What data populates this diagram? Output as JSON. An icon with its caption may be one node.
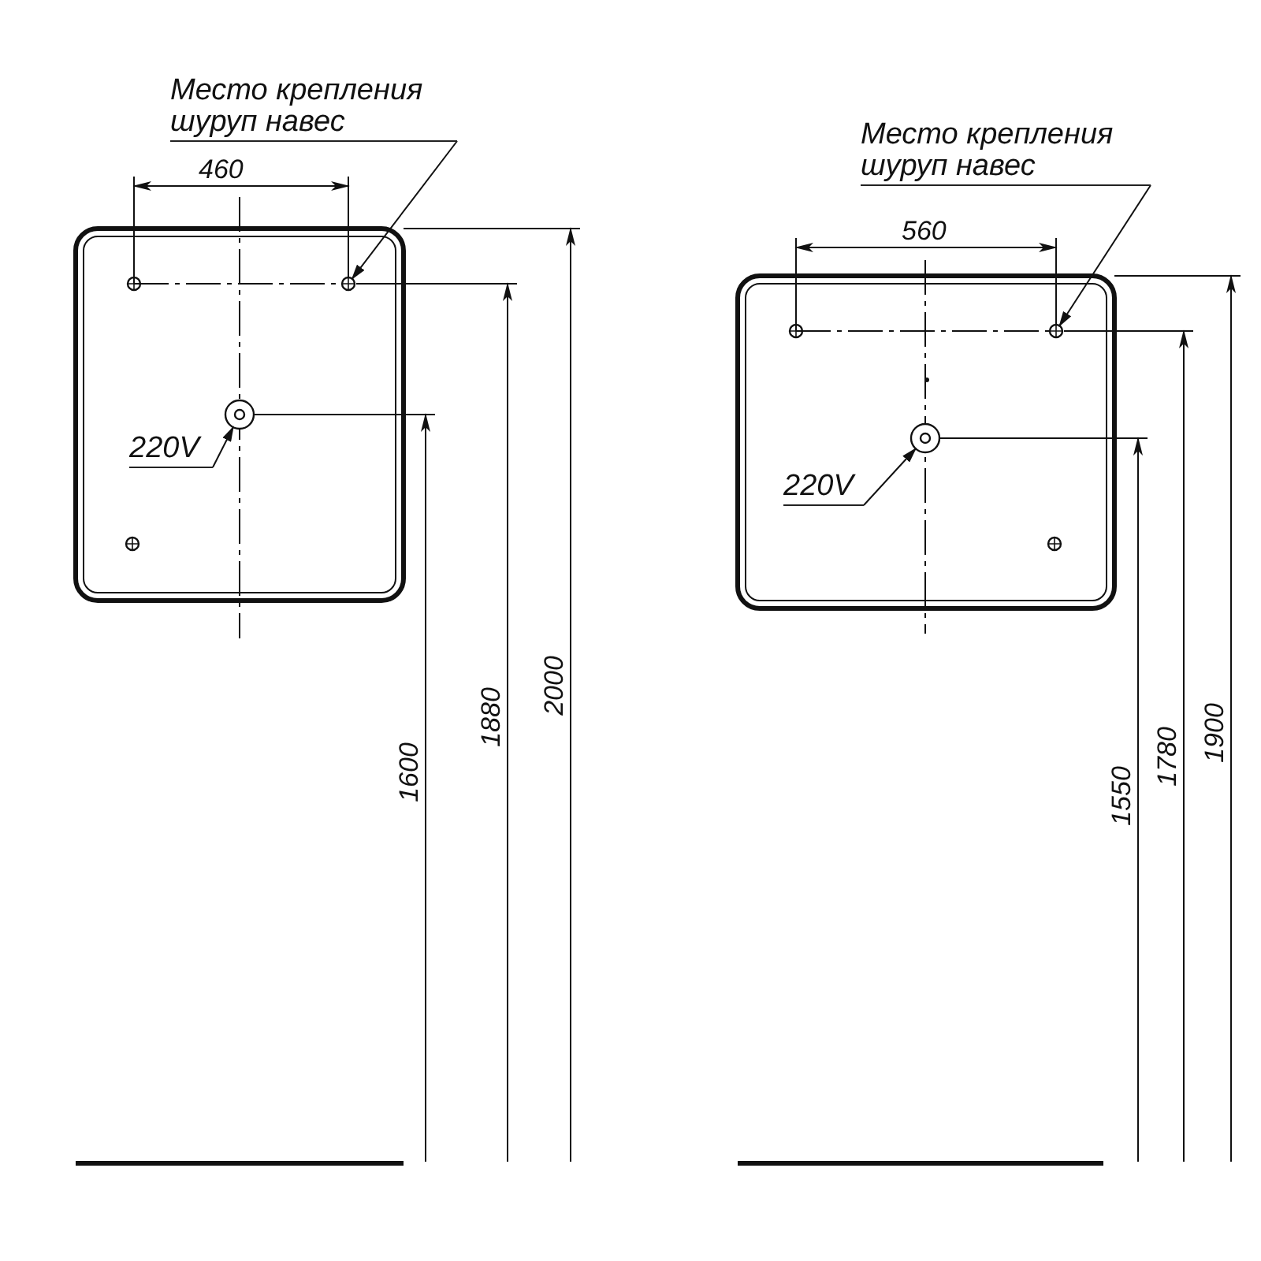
{
  "diagram": {
    "nodes": [
      {
        "text": [
          "Место крепления шуруп навес"
        ]
      },
      {
        "text": [],
        "shape": "circle"
      },
      {
        "text": [
          "220V"
        ]
      },
      {
        "text": [],
        "shape": "circle"
      },
      {
        "text": [
          "Место крепления шуруп навес"
        ]
      },
      {
        "text": [],
        "shape": "circle"
      },
      {
        "text": [
          "220V"
        ]
      },
      {
        "text": [],
        "shape": "circle"
      }
    ],
    "edges": [
      {
        "from": 0,
        "to": 1,
        "arrow": "to"
      },
      {
        "from": 2,
        "to": 3,
        "arrow": "to"
      },
      {
        "from": 4,
        "to": 5,
        "arrow": "to"
      },
      {
        "from": 6,
        "to": 7,
        "arrow": "to"
      }
    ],
    "labels": [
      "460",
      "1600",
      "1880",
      "2000",
      "560",
      "1550",
      "1780",
      "1900"
    ]
  }
}
